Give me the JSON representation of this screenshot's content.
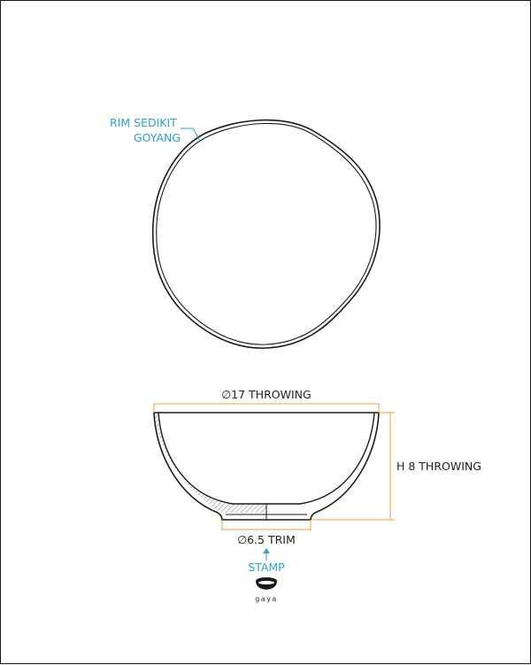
{
  "colors": {
    "outline": "#1a1a1a",
    "dimension": "#f0a13c",
    "callout": "#2aa3d0",
    "hatch": "#555555"
  },
  "top_view": {
    "rim_note_line1": "RIM SEDIKIT",
    "rim_note_line2": "GOYANG"
  },
  "side_view": {
    "diameter_label": "∅17 THROWING",
    "height_label": "H 8 THROWING",
    "foot_label": "∅6.5 TRIM",
    "stamp_label": "STAMP"
  },
  "logo": {
    "text": "gaya",
    "icon": "bowl-logo-icon"
  }
}
